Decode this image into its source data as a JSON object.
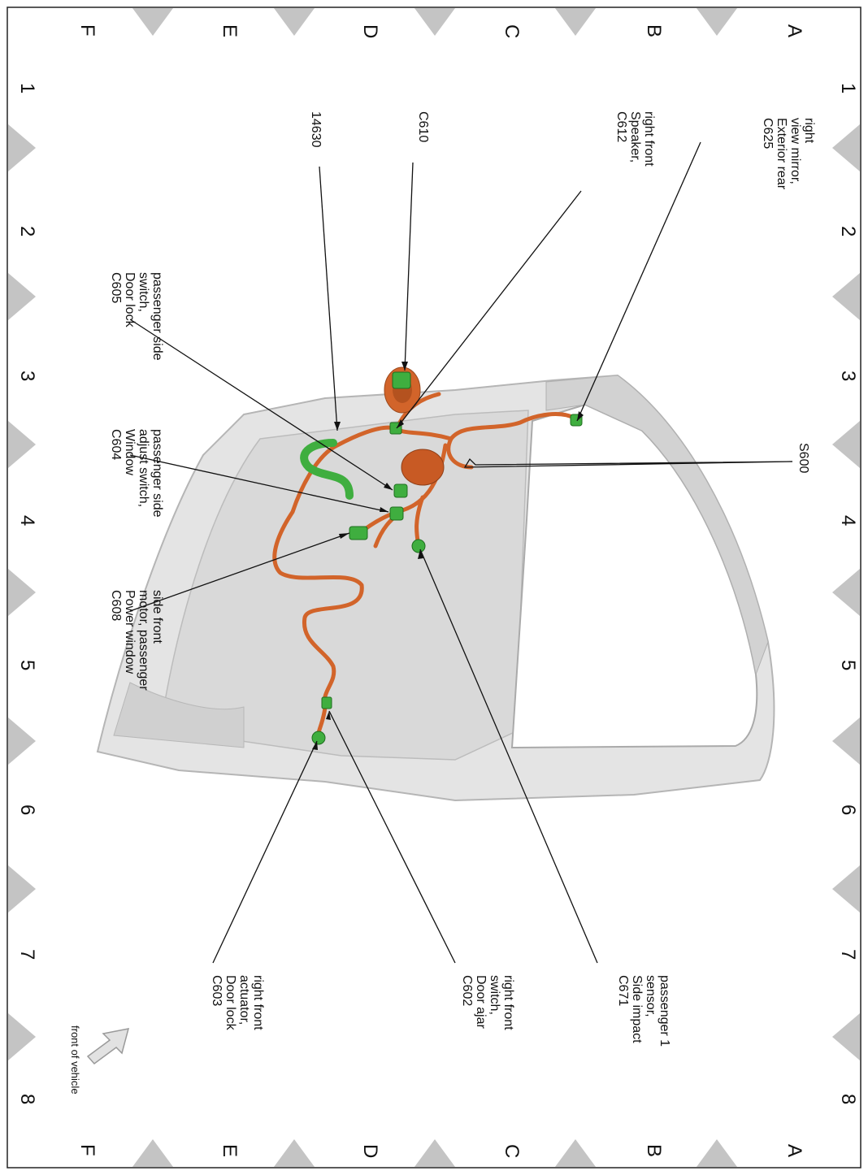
{
  "grid": {
    "rows": [
      "A",
      "B",
      "C",
      "D",
      "E",
      "F"
    ],
    "columns": [
      "1",
      "2",
      "3",
      "4",
      "5",
      "6",
      "7",
      "8"
    ]
  },
  "callouts": [
    {
      "id": "c625",
      "lines": [
        "C625",
        "Exterior rear",
        "view mirror,",
        "right"
      ]
    },
    {
      "id": "c612",
      "lines": [
        "C612",
        "Speaker,",
        "right front"
      ]
    },
    {
      "id": "c610",
      "lines": [
        "C610"
      ]
    },
    {
      "id": "p14630",
      "lines": [
        "14630"
      ]
    },
    {
      "id": "c605",
      "lines": [
        "C605",
        "Door lock",
        "switch,",
        "passenger side"
      ]
    },
    {
      "id": "c604",
      "lines": [
        "C604",
        "Window",
        "adjust switch,",
        "passenger side"
      ]
    },
    {
      "id": "c608",
      "lines": [
        "C608",
        "Power window",
        "motor, passenger",
        "side front"
      ]
    },
    {
      "id": "s600",
      "lines": [
        "S600"
      ]
    },
    {
      "id": "c671",
      "lines": [
        "C671",
        "Side impact",
        "sensor,",
        "passenger 1"
      ]
    },
    {
      "id": "c602",
      "lines": [
        "C602",
        "Door ajar",
        "switch,",
        "right front"
      ]
    },
    {
      "id": "c603",
      "lines": [
        "C603",
        "Door lock",
        "actuator,",
        "right front"
      ]
    }
  ],
  "front_of_vehicle": "front of vehicle",
  "colors": {
    "harness": "#d2642a",
    "connector": "#3fae3f",
    "panel": "#e4e4e4",
    "panel_edge": "#b9b9b9",
    "marker": "#c4c4c4"
  }
}
